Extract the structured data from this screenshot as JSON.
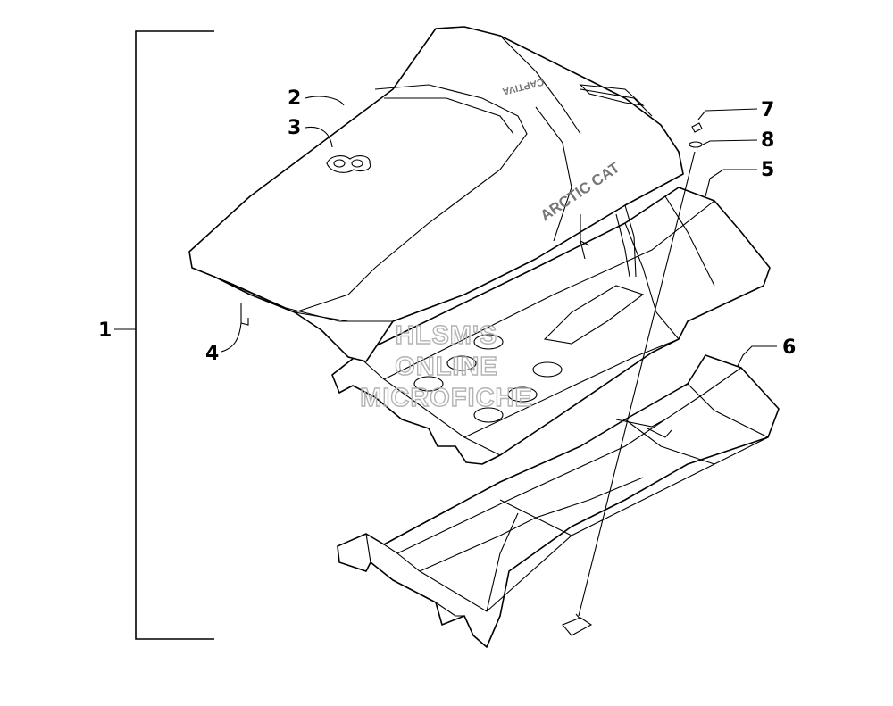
{
  "diagram": {
    "callouts": [
      {
        "id": "1",
        "label": "1"
      },
      {
        "id": "2",
        "label": "2"
      },
      {
        "id": "3",
        "label": "3"
      },
      {
        "id": "4",
        "label": "4"
      },
      {
        "id": "5",
        "label": "5"
      },
      {
        "id": "6",
        "label": "6"
      },
      {
        "id": "7",
        "label": "7"
      },
      {
        "id": "8",
        "label": "8"
      }
    ],
    "watermark": {
      "line1": "HLSM'S",
      "line2": "ONLINE",
      "line3": "MICROFICHE"
    },
    "seat_logo": {
      "brand": "ARCTIC CAT",
      "model": "CAPTIVA"
    }
  }
}
